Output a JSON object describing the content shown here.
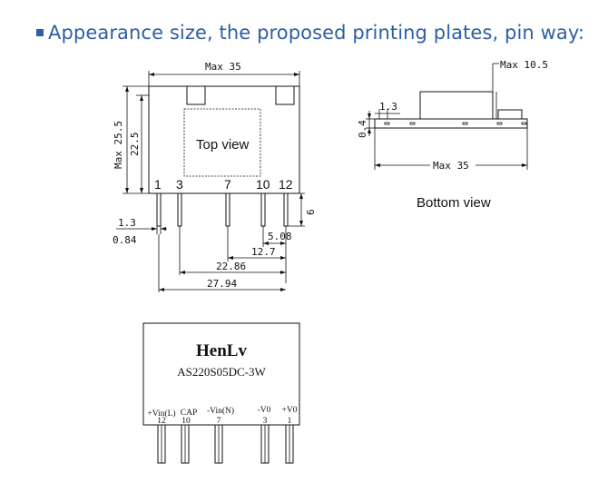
{
  "heading": "Appearance  size, the proposed printing plates, pin way:",
  "top_view": {
    "title": "Top view",
    "max_length": "Max 35",
    "max_height": "Max 25.5",
    "height": "22.5",
    "pin_numbers": [
      "1",
      "3",
      "7",
      "10",
      "12"
    ],
    "dim_pin_width": "1.3",
    "dim_pin_thickness": "0.84",
    "dim_5_08": "5.08",
    "dim_12_7": "12.7",
    "dim_22_86": "22.86",
    "dim_27_94": "27.94",
    "dim_pin_length": "6"
  },
  "bottom_view": {
    "title": "Bottom view",
    "max_width": "Max 10.5",
    "max_length": "Max 35",
    "dim_1_3": "1.3",
    "dim_0_4": "0.4"
  },
  "module": {
    "brand": "HenLv",
    "model": "AS220S05DC-3W",
    "pin_labels": [
      "+Vin(L)",
      "CAP",
      "-Vin(N)",
      "-V0",
      "+V0"
    ],
    "pin_numbers": [
      "12",
      "10",
      "7",
      "3",
      "1"
    ]
  }
}
